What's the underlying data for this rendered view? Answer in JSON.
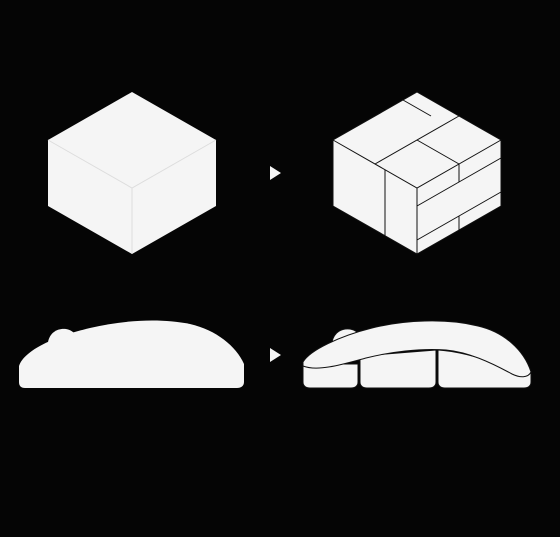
{
  "diagram": {
    "colors": {
      "background": "#050505",
      "fill": "#f5f5f5",
      "outline": "#111111",
      "face_line": "#dddddd"
    },
    "rows": [
      {
        "name": "cube-row",
        "from": "solid-cube",
        "to": "segmented-cube",
        "arrow": "triangle-right-icon"
      },
      {
        "name": "dome-row",
        "from": "solid-dome-cushion",
        "to": "segmented-dome-cushion",
        "arrow": "triangle-right-icon"
      }
    ]
  }
}
